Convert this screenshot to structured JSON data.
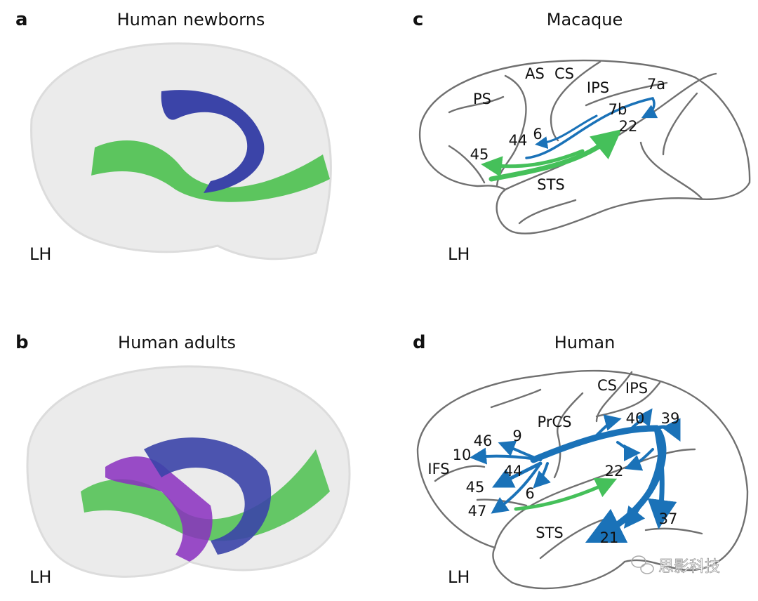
{
  "panels": [
    {
      "letter": "a",
      "title": "Human newborns",
      "hemisphere": "LH"
    },
    {
      "letter": "b",
      "title": "Human adults",
      "hemisphere": "LH"
    },
    {
      "letter": "c",
      "title": "Macaque",
      "hemisphere": "LH",
      "labels": [
        "PS",
        "AS",
        "CS",
        "IPS",
        "7a",
        "7b",
        "22",
        "6",
        "44",
        "45",
        "STS"
      ]
    },
    {
      "letter": "d",
      "title": "Human",
      "hemisphere": "LH",
      "labels": [
        "CS",
        "IPS",
        "PrCS",
        "40",
        "39",
        "46",
        "9",
        "10",
        "IFS",
        "44",
        "22",
        "45",
        "6",
        "47",
        "37",
        "STS",
        "21"
      ]
    }
  ],
  "colors": {
    "dorsal": "#1a72b8",
    "ventral": "#45c05a",
    "tract_blue": "#3b44a8",
    "tract_purple": "#8a2fc0",
    "brain": "#e8e8e8"
  },
  "watermark": "思影科技"
}
